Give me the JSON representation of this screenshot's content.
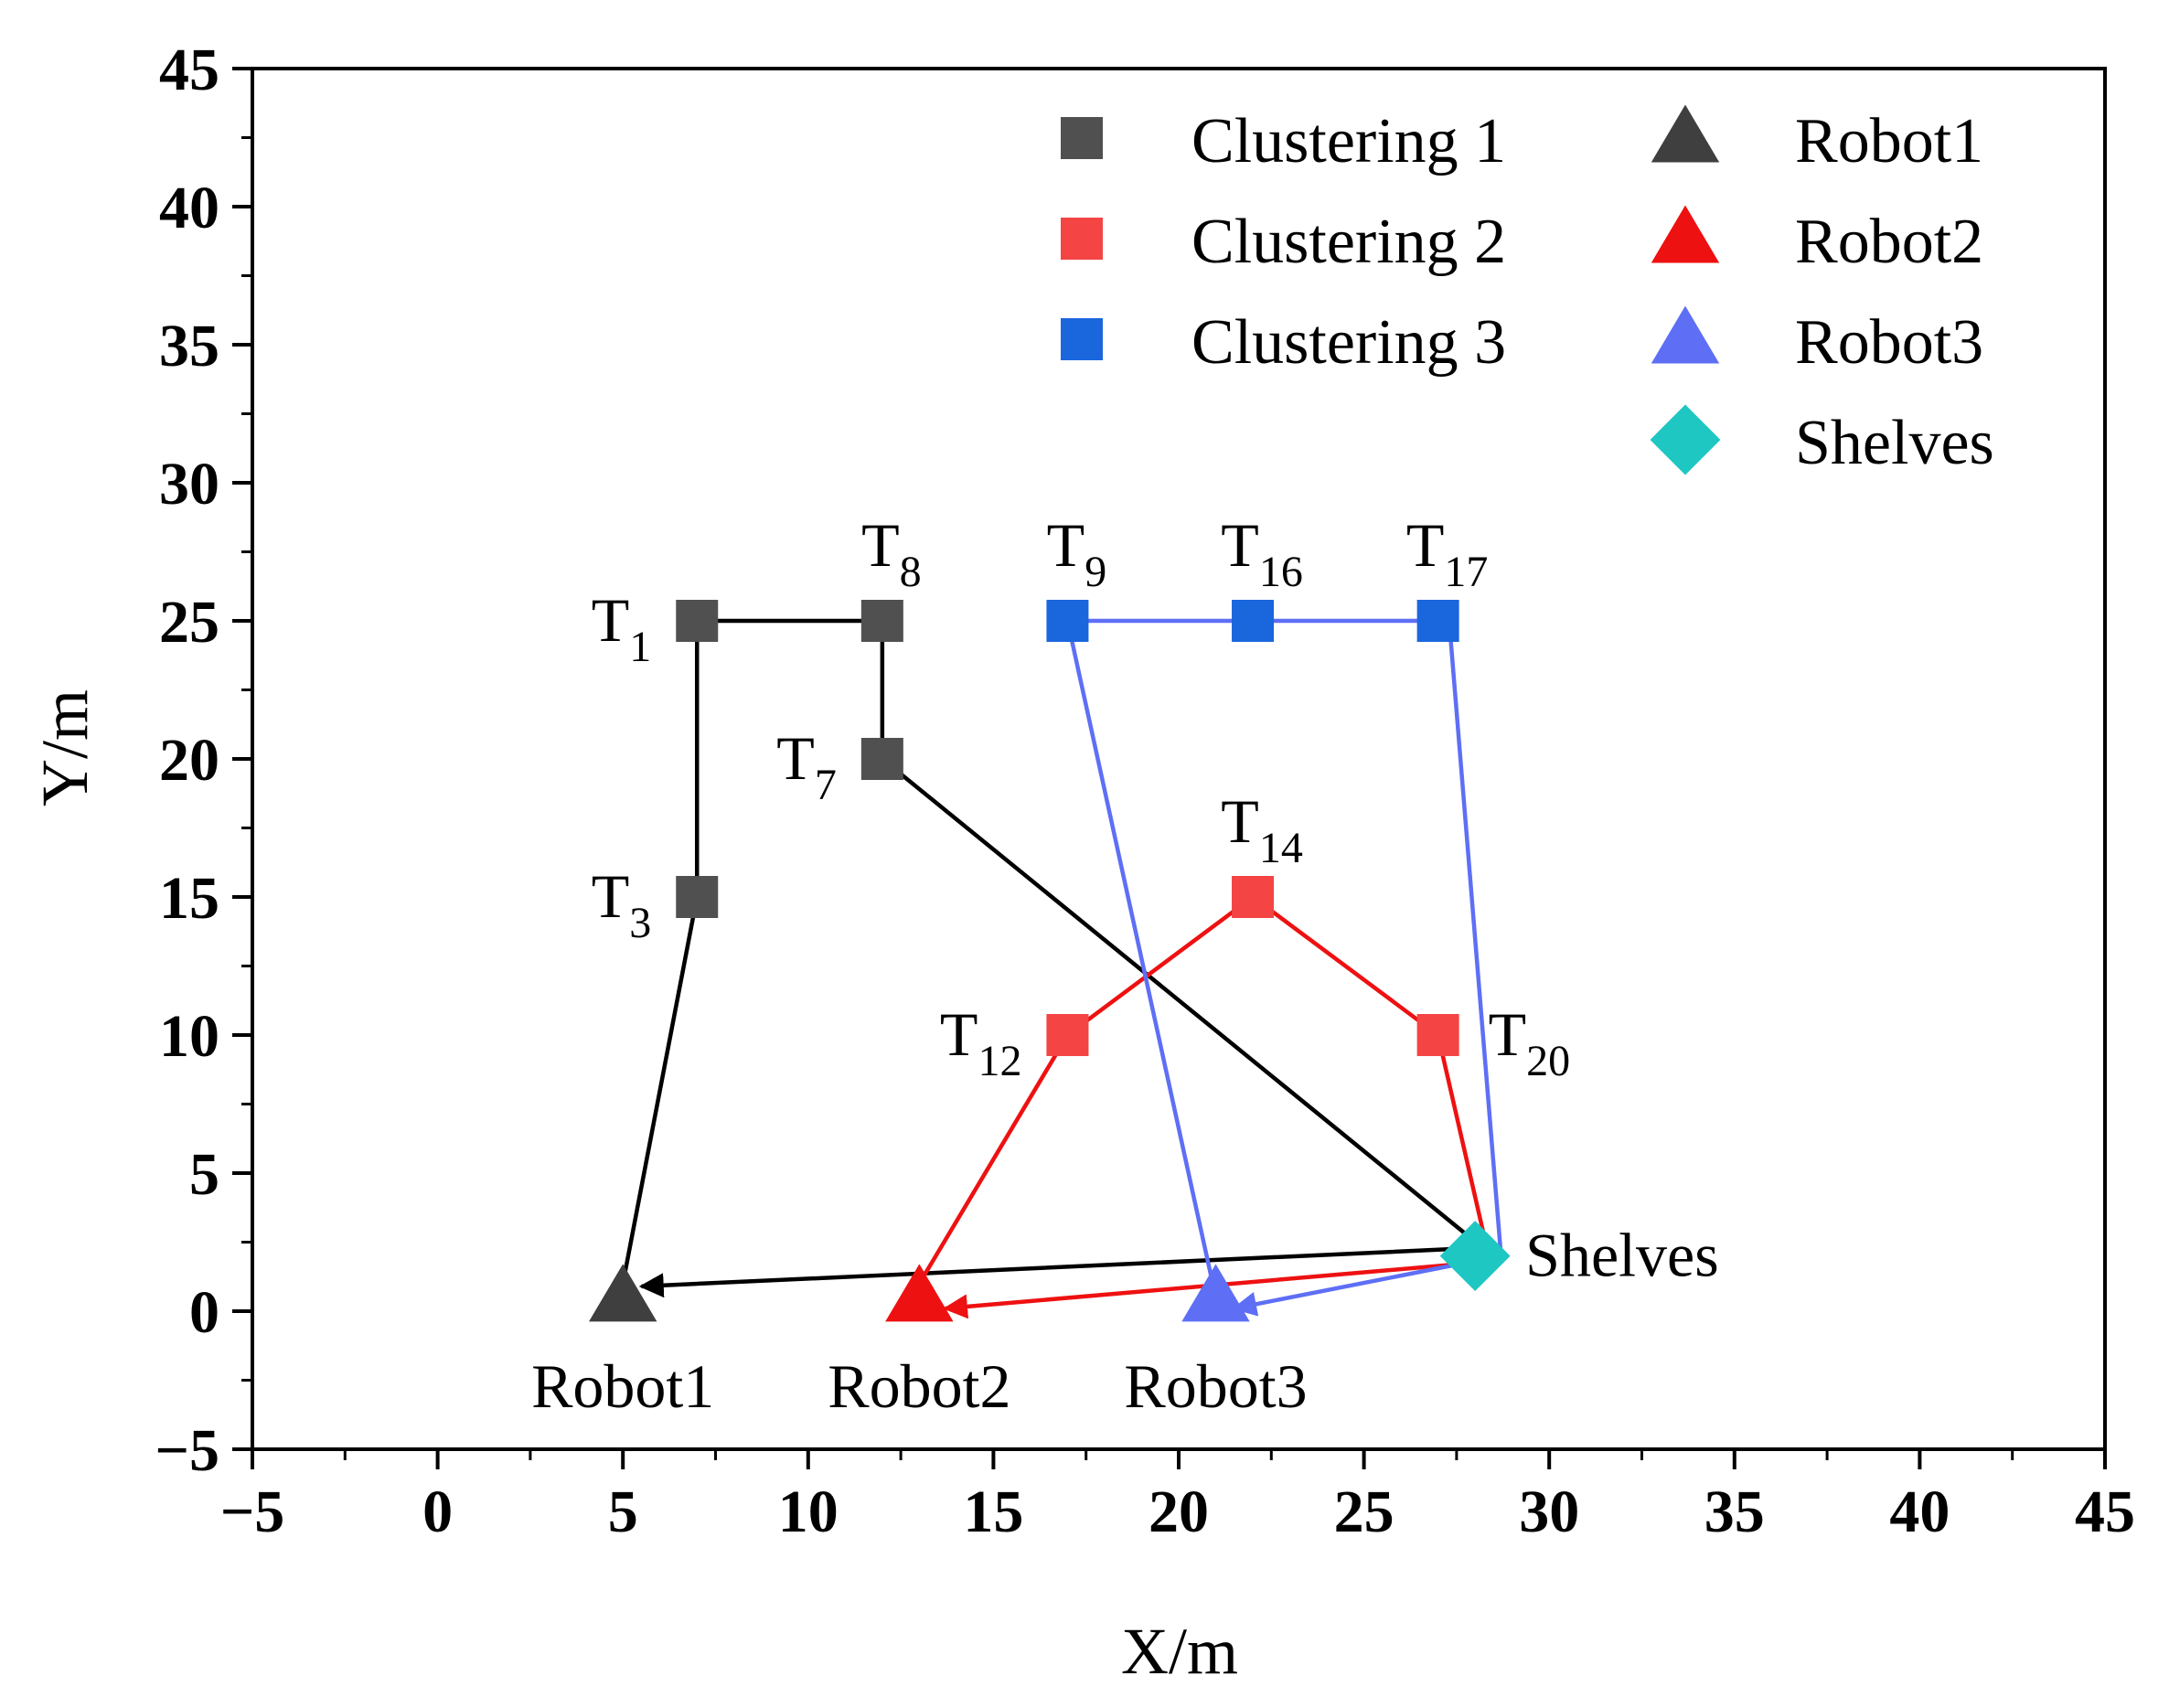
{
  "chart_data": {
    "type": "scatter",
    "xlabel": "X/m",
    "ylabel": "Y/m",
    "xlim": [
      -5,
      45
    ],
    "ylim": [
      -5,
      45
    ],
    "xticks": [
      "−5",
      "0",
      "5",
      "10",
      "15",
      "20",
      "25",
      "30",
      "35",
      "40",
      "45"
    ],
    "yticks": [
      "−5",
      "0",
      "5",
      "10",
      "15",
      "20",
      "25",
      "30",
      "35",
      "40",
      "45"
    ],
    "grid": false,
    "legend_position": "top-right",
    "series": [
      {
        "name": "Clustering 1",
        "marker": "square",
        "color": "#505050",
        "points": [
          {
            "x": 7,
            "y": 25,
            "label": "T",
            "sub": "1",
            "pos": "left"
          },
          {
            "x": 12,
            "y": 25,
            "label": "T",
            "sub": "8",
            "pos": "top"
          },
          {
            "x": 12,
            "y": 20,
            "label": "T",
            "sub": "7",
            "pos": "left"
          },
          {
            "x": 7,
            "y": 15,
            "label": "T",
            "sub": "3",
            "pos": "left"
          }
        ]
      },
      {
        "name": "Clustering 2",
        "marker": "square",
        "color": "#f44444",
        "points": [
          {
            "x": 22,
            "y": 15,
            "label": "T",
            "sub": "14",
            "pos": "top"
          },
          {
            "x": 17,
            "y": 10,
            "label": "T",
            "sub": "12",
            "pos": "left"
          },
          {
            "x": 27,
            "y": 10,
            "label": "T",
            "sub": "20",
            "pos": "right"
          }
        ]
      },
      {
        "name": "Clustering 3",
        "marker": "square",
        "color": "#1a66dd",
        "points": [
          {
            "x": 17,
            "y": 25,
            "label": "T",
            "sub": "9",
            "pos": "top"
          },
          {
            "x": 22,
            "y": 25,
            "label": "T",
            "sub": "16",
            "pos": "top"
          },
          {
            "x": 27,
            "y": 25,
            "label": "T",
            "sub": "17",
            "pos": "top"
          }
        ]
      },
      {
        "name": "Robot1",
        "marker": "triangle",
        "color": "#3f3f3f",
        "points": [
          {
            "x": 5,
            "y": 0.5,
            "label": "Robot1",
            "pos": "bottom"
          }
        ]
      },
      {
        "name": "Robot2",
        "marker": "triangle",
        "color": "#ee1111",
        "points": [
          {
            "x": 13,
            "y": 0.5,
            "label": "Robot2",
            "pos": "bottom"
          }
        ]
      },
      {
        "name": "Robot3",
        "marker": "triangle",
        "color": "#5e6ff5",
        "points": [
          {
            "x": 21,
            "y": 0.5,
            "label": "Robot3",
            "pos": "bottom"
          }
        ]
      },
      {
        "name": "Shelves",
        "marker": "diamond",
        "color": "#1ec7c2",
        "points": [
          {
            "x": 28,
            "y": 2,
            "label": "Shelves",
            "pos": "right"
          }
        ]
      }
    ],
    "paths": [
      {
        "robot": "Robot1",
        "color": "#000000",
        "points": [
          [
            5,
            1
          ],
          [
            7,
            15
          ],
          [
            7,
            25
          ],
          [
            12,
            25
          ],
          [
            12,
            20
          ],
          [
            28.2,
            2.3
          ],
          [
            5.5,
            0.9
          ]
        ]
      },
      {
        "robot": "Robot2",
        "color": "#ee1111",
        "points": [
          [
            13,
            1
          ],
          [
            17,
            10
          ],
          [
            22,
            15
          ],
          [
            27,
            10
          ],
          [
            28.4,
            1.8
          ],
          [
            13.7,
            0.1
          ]
        ]
      },
      {
        "robot": "Robot3",
        "color": "#5e6ff5",
        "points": [
          [
            21,
            0.5
          ],
          [
            17,
            25
          ],
          [
            27.3,
            25
          ],
          [
            28.7,
            2
          ],
          [
            21.5,
            0.1
          ]
        ]
      }
    ]
  }
}
